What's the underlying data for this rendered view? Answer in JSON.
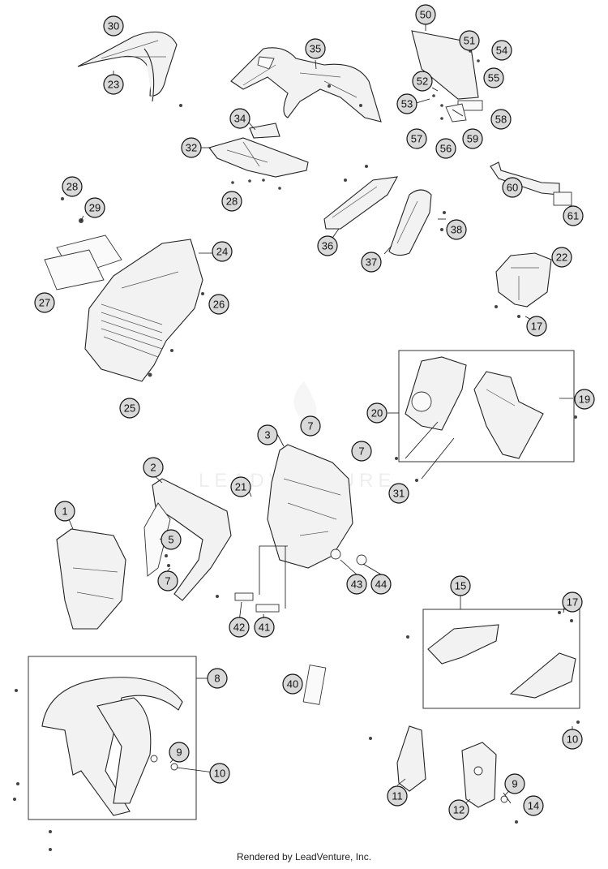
{
  "diagram": {
    "callouts": [
      "30",
      "23",
      "35",
      "50",
      "51",
      "54",
      "55",
      "52",
      "53",
      "58",
      "57",
      "56",
      "59",
      "34",
      "32",
      "28",
      "60",
      "61",
      "28",
      "29",
      "24",
      "36",
      "37",
      "38",
      "22",
      "27",
      "26",
      "17",
      "25",
      "20",
      "19",
      "3",
      "7",
      "7",
      "2",
      "21",
      "31",
      "1",
      "5",
      "7",
      "43",
      "44",
      "42",
      "41",
      "15",
      "17",
      "8",
      "40",
      "10",
      "9",
      "10",
      "11",
      "12",
      "9",
      "14"
    ]
  },
  "watermark": "LEADVENTURE",
  "footer": "Rendered by LeadVenture, Inc."
}
